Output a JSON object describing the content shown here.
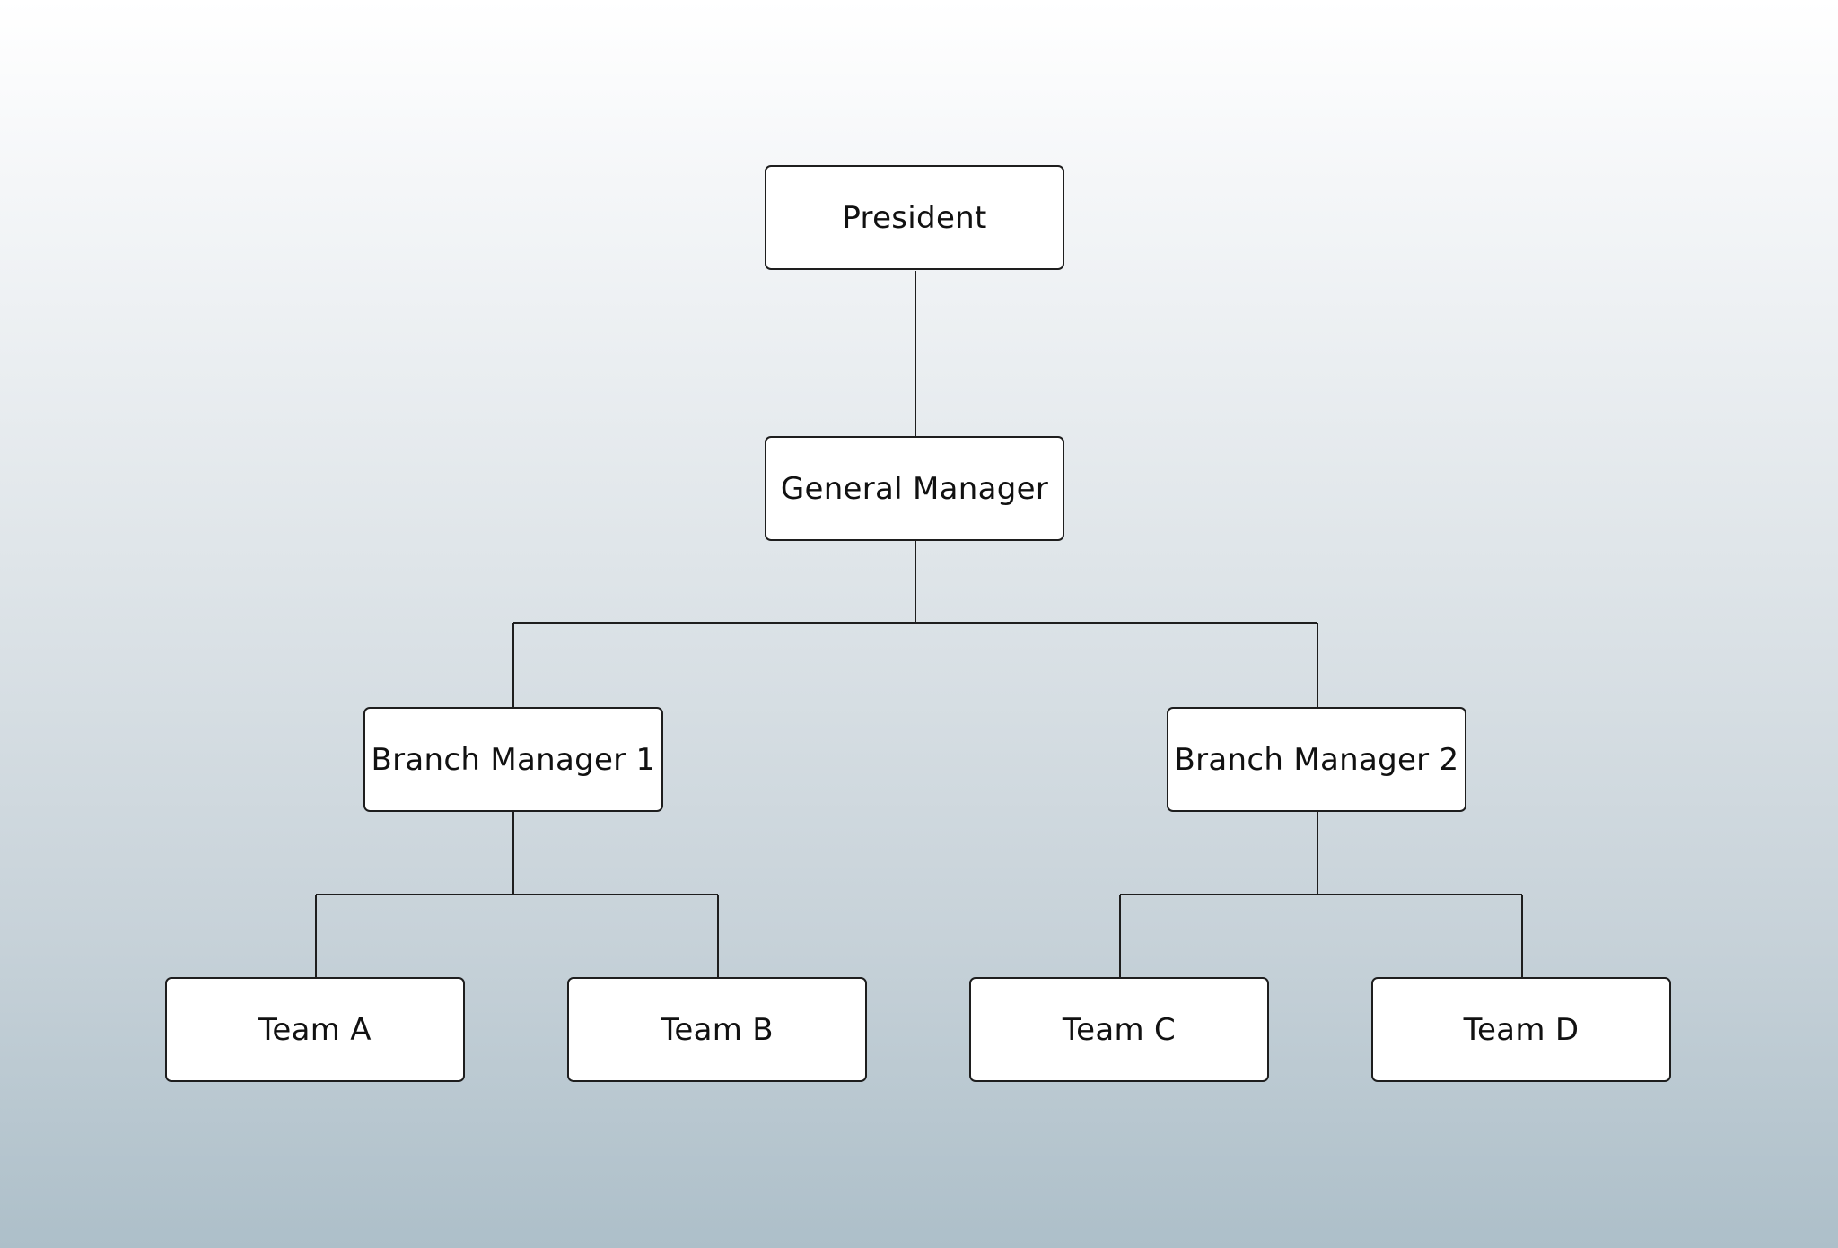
{
  "chart": {
    "nodes": {
      "president": "President",
      "general_manager": "General Manager",
      "branch_manager_1": "Branch Manager 1",
      "branch_manager_2": "Branch Manager 2",
      "team_a": "Team A",
      "team_b": "Team B",
      "team_c": "Team C",
      "team_d": "Team D"
    },
    "edges": [
      [
        "president",
        "general_manager"
      ],
      [
        "general_manager",
        "branch_manager_1"
      ],
      [
        "general_manager",
        "branch_manager_2"
      ],
      [
        "branch_manager_1",
        "team_a"
      ],
      [
        "branch_manager_1",
        "team_b"
      ],
      [
        "branch_manager_2",
        "team_c"
      ],
      [
        "branch_manager_2",
        "team_d"
      ]
    ]
  },
  "colors": {
    "node_fill": "#ffffff",
    "node_border": "#1e1e1e",
    "connector": "#1e1e1e",
    "background_top": "#ffffff",
    "background_bottom": "#adbfc9"
  }
}
